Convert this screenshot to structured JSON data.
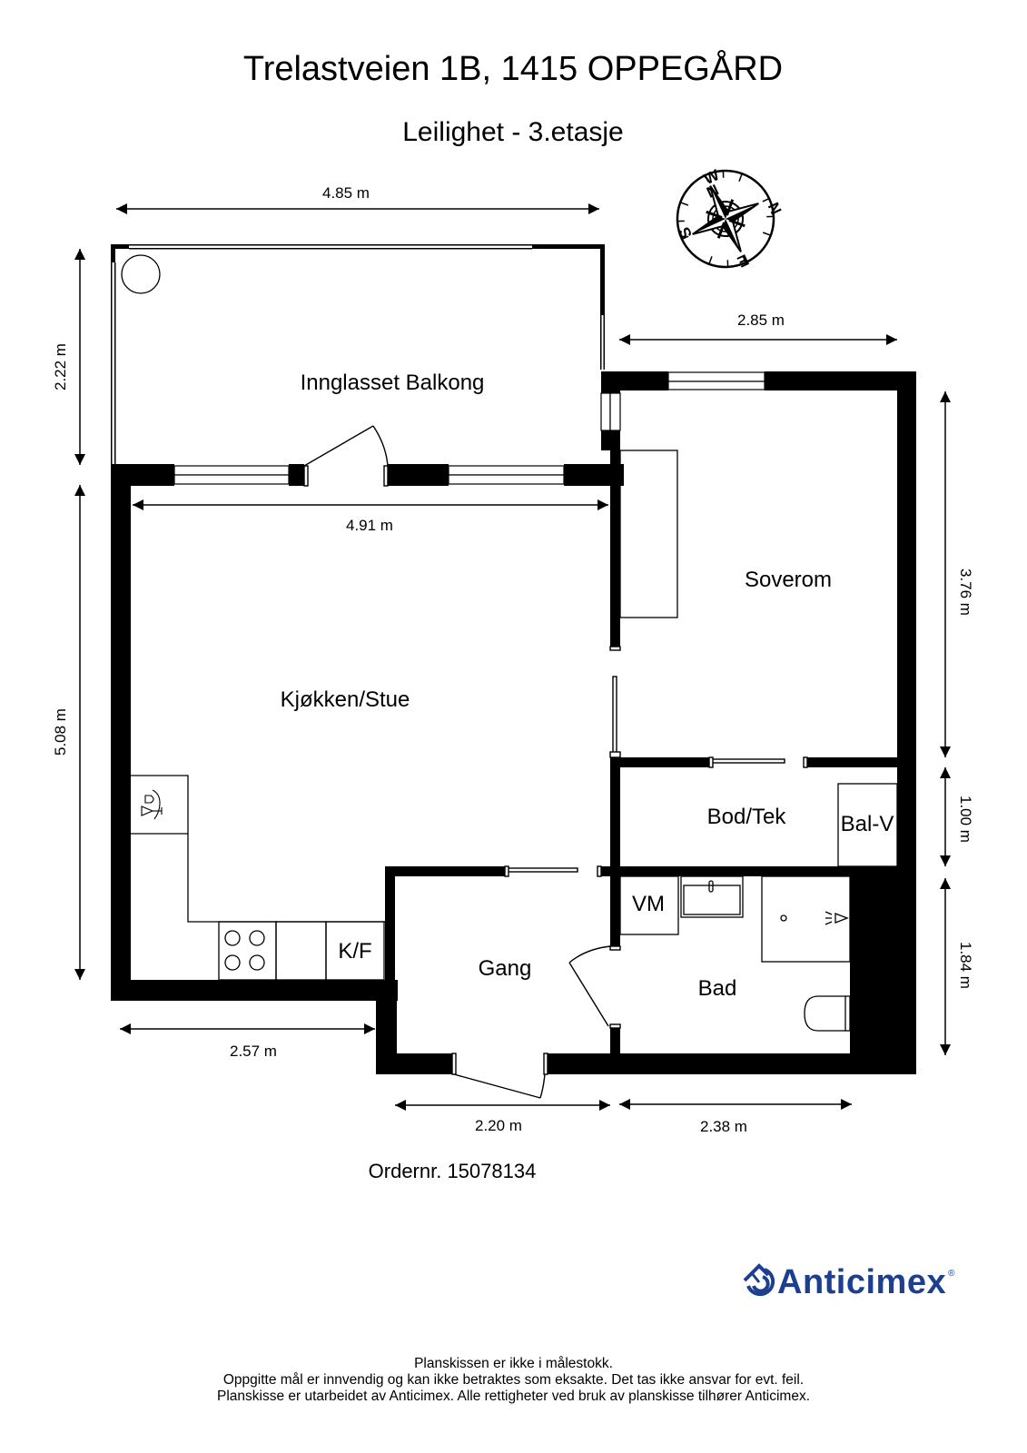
{
  "header": {
    "address": "Trelastveien 1B, 1415 OPPEGÅRD",
    "subtitle": "Leilighet  - 3.etasje"
  },
  "compass": {
    "icon": "compass-rose-icon",
    "labels": {
      "north": "N",
      "east": "E",
      "south": "S",
      "west": "W"
    }
  },
  "rooms": [
    {
      "id": "balcony",
      "label": "Innglasset Balkong"
    },
    {
      "id": "living",
      "label": "Kjøkken/Stue"
    },
    {
      "id": "bedroom",
      "label": "Soverom"
    },
    {
      "id": "storage",
      "label": "Bod/Tek"
    },
    {
      "id": "balv",
      "label": "Bal-V"
    },
    {
      "id": "hall",
      "label": "Gang"
    },
    {
      "id": "bath",
      "label": "Bad"
    },
    {
      "id": "vm",
      "label": "VM"
    },
    {
      "id": "kf",
      "label": "K/F"
    }
  ],
  "dimensions": {
    "balcony_width": "4.85 m",
    "balcony_depth": "2.22 m",
    "bedroom_width": "2.85 m",
    "living_width": "4.91 m",
    "bedroom_depth": "3.76 m",
    "living_depth": "5.08 m",
    "storage_depth": "1.00 m",
    "bath_depth": "1.84 m",
    "kitchen_width": "2.57 m",
    "hall_width": "2.20 m",
    "bath_width": "2.38 m"
  },
  "order": {
    "label": "Ordernr. 15078134"
  },
  "brand": {
    "name": "Anticimex",
    "registered": "®",
    "color": "#1d3f8f",
    "icon": "anticimex-logo-icon"
  },
  "footer": {
    "lines": [
      "Planskissen er ikke i målestokk.",
      "Oppgitte mål er innvendig og kan ikke betraktes som eksakte. Det tas ikke ansvar for evt. feil.",
      "Planskisse er utarbeidet av Anticimex. Alle rettigheter ved bruk av planskisse tilhører Anticimex."
    ]
  }
}
